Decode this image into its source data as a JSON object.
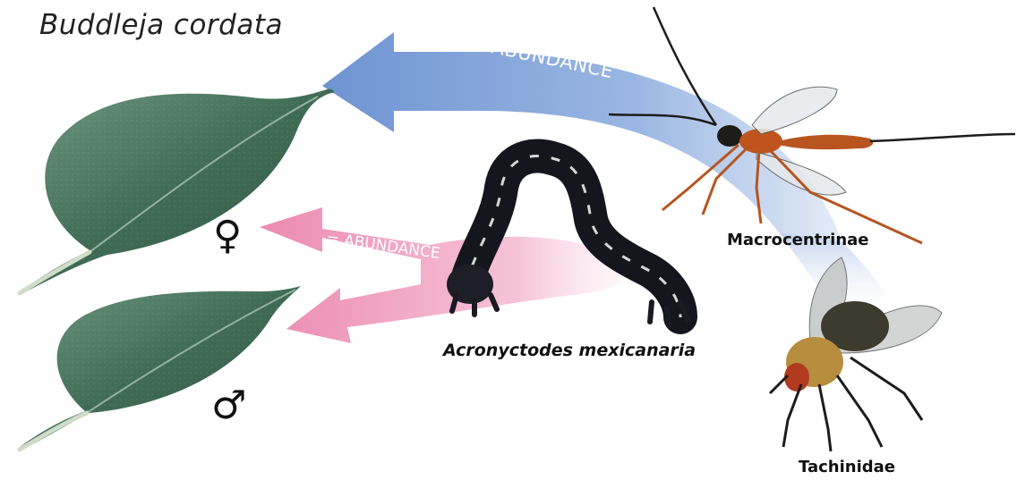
{
  "title": "Buddleja cordata",
  "arrows": {
    "parasitoids": {
      "label": "+ ABUNDANCE",
      "color": "#7b9fd6"
    },
    "caterpillar": {
      "label": "= ABUNDANCE",
      "color": "#ee94b8"
    }
  },
  "plants": {
    "female_symbol": "♀",
    "male_symbol": "♂",
    "leaf_color": "#3f6b55"
  },
  "species": {
    "caterpillar": "Acronyctodes mexicanaria",
    "wasp": "Macrocentrinae",
    "fly": "Tachinidae"
  }
}
